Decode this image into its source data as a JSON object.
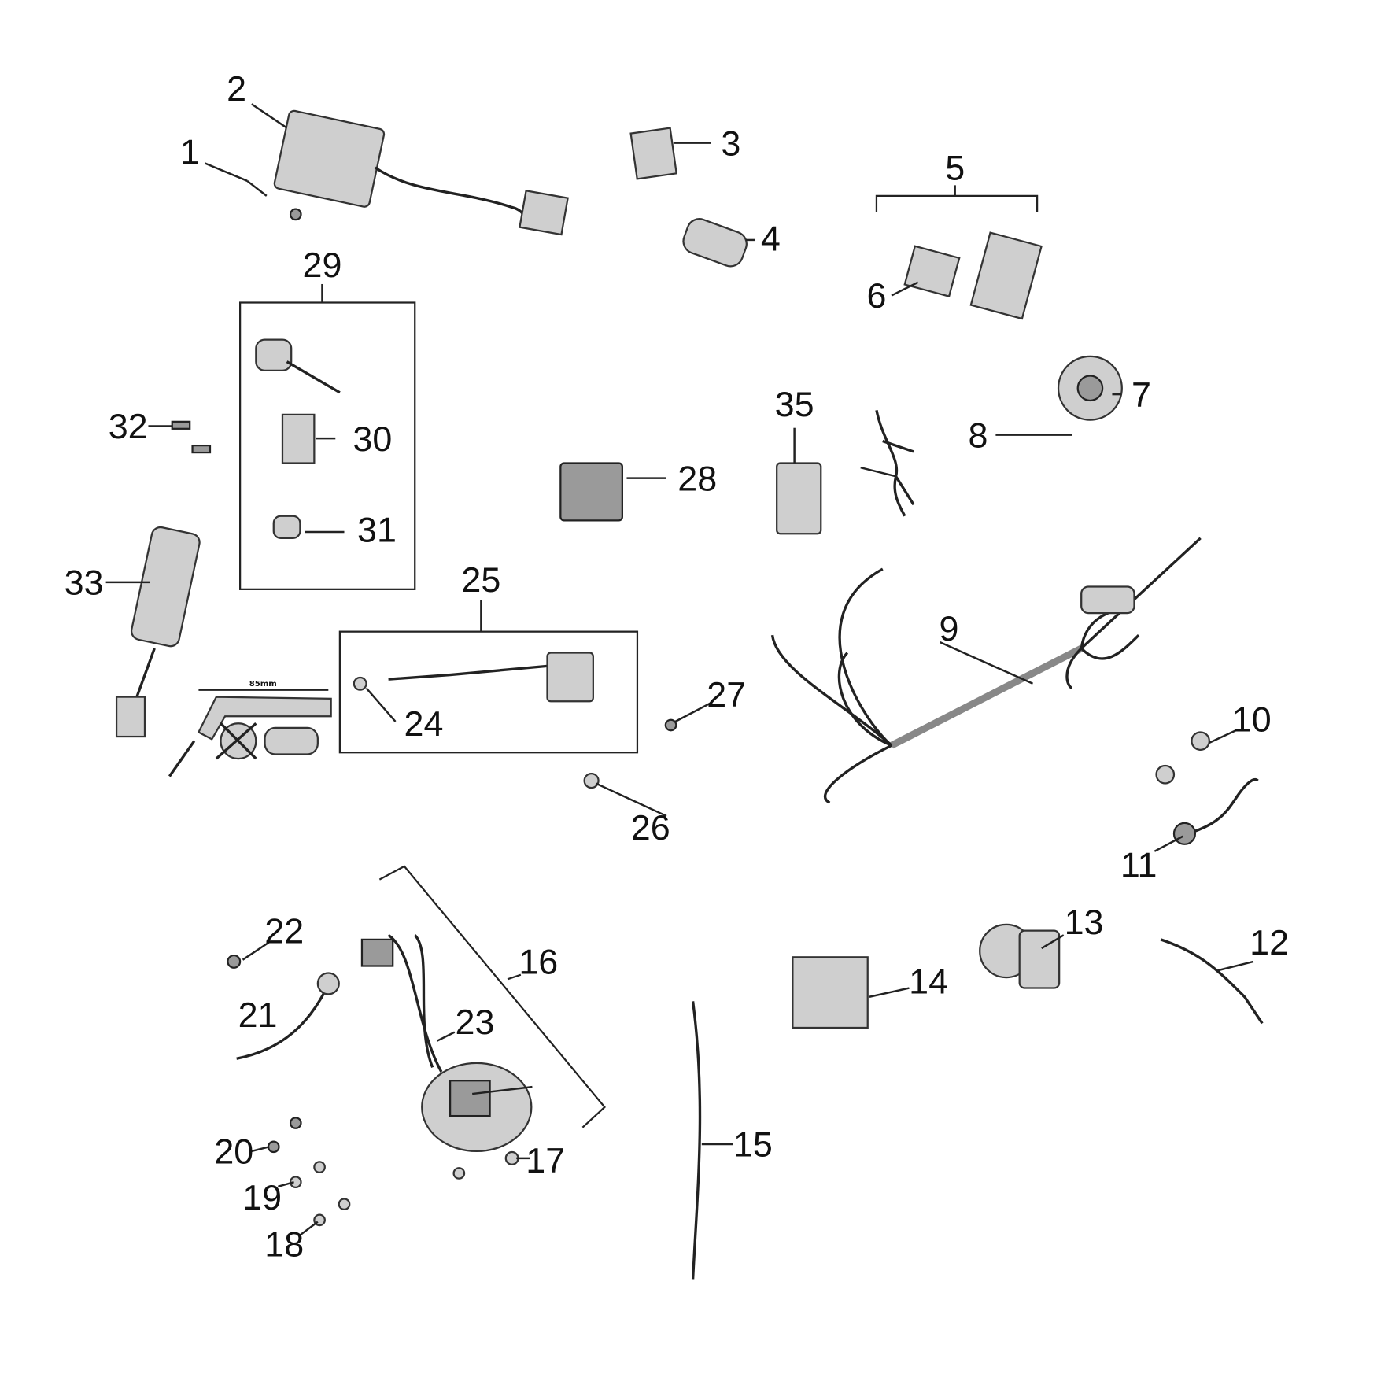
{
  "diagram": {
    "title": "Electrical parts exploded diagram",
    "callouts": [
      "1",
      "2",
      "3",
      "4",
      "5",
      "6",
      "7",
      "8",
      "9",
      "10",
      "11",
      "12",
      "13",
      "14",
      "15",
      "16",
      "17",
      "18",
      "19",
      "20",
      "21",
      "22",
      "23",
      "24",
      "25",
      "26",
      "27",
      "28",
      "29",
      "30",
      "31",
      "32",
      "33",
      "35"
    ],
    "dimension_label": "85mm"
  }
}
